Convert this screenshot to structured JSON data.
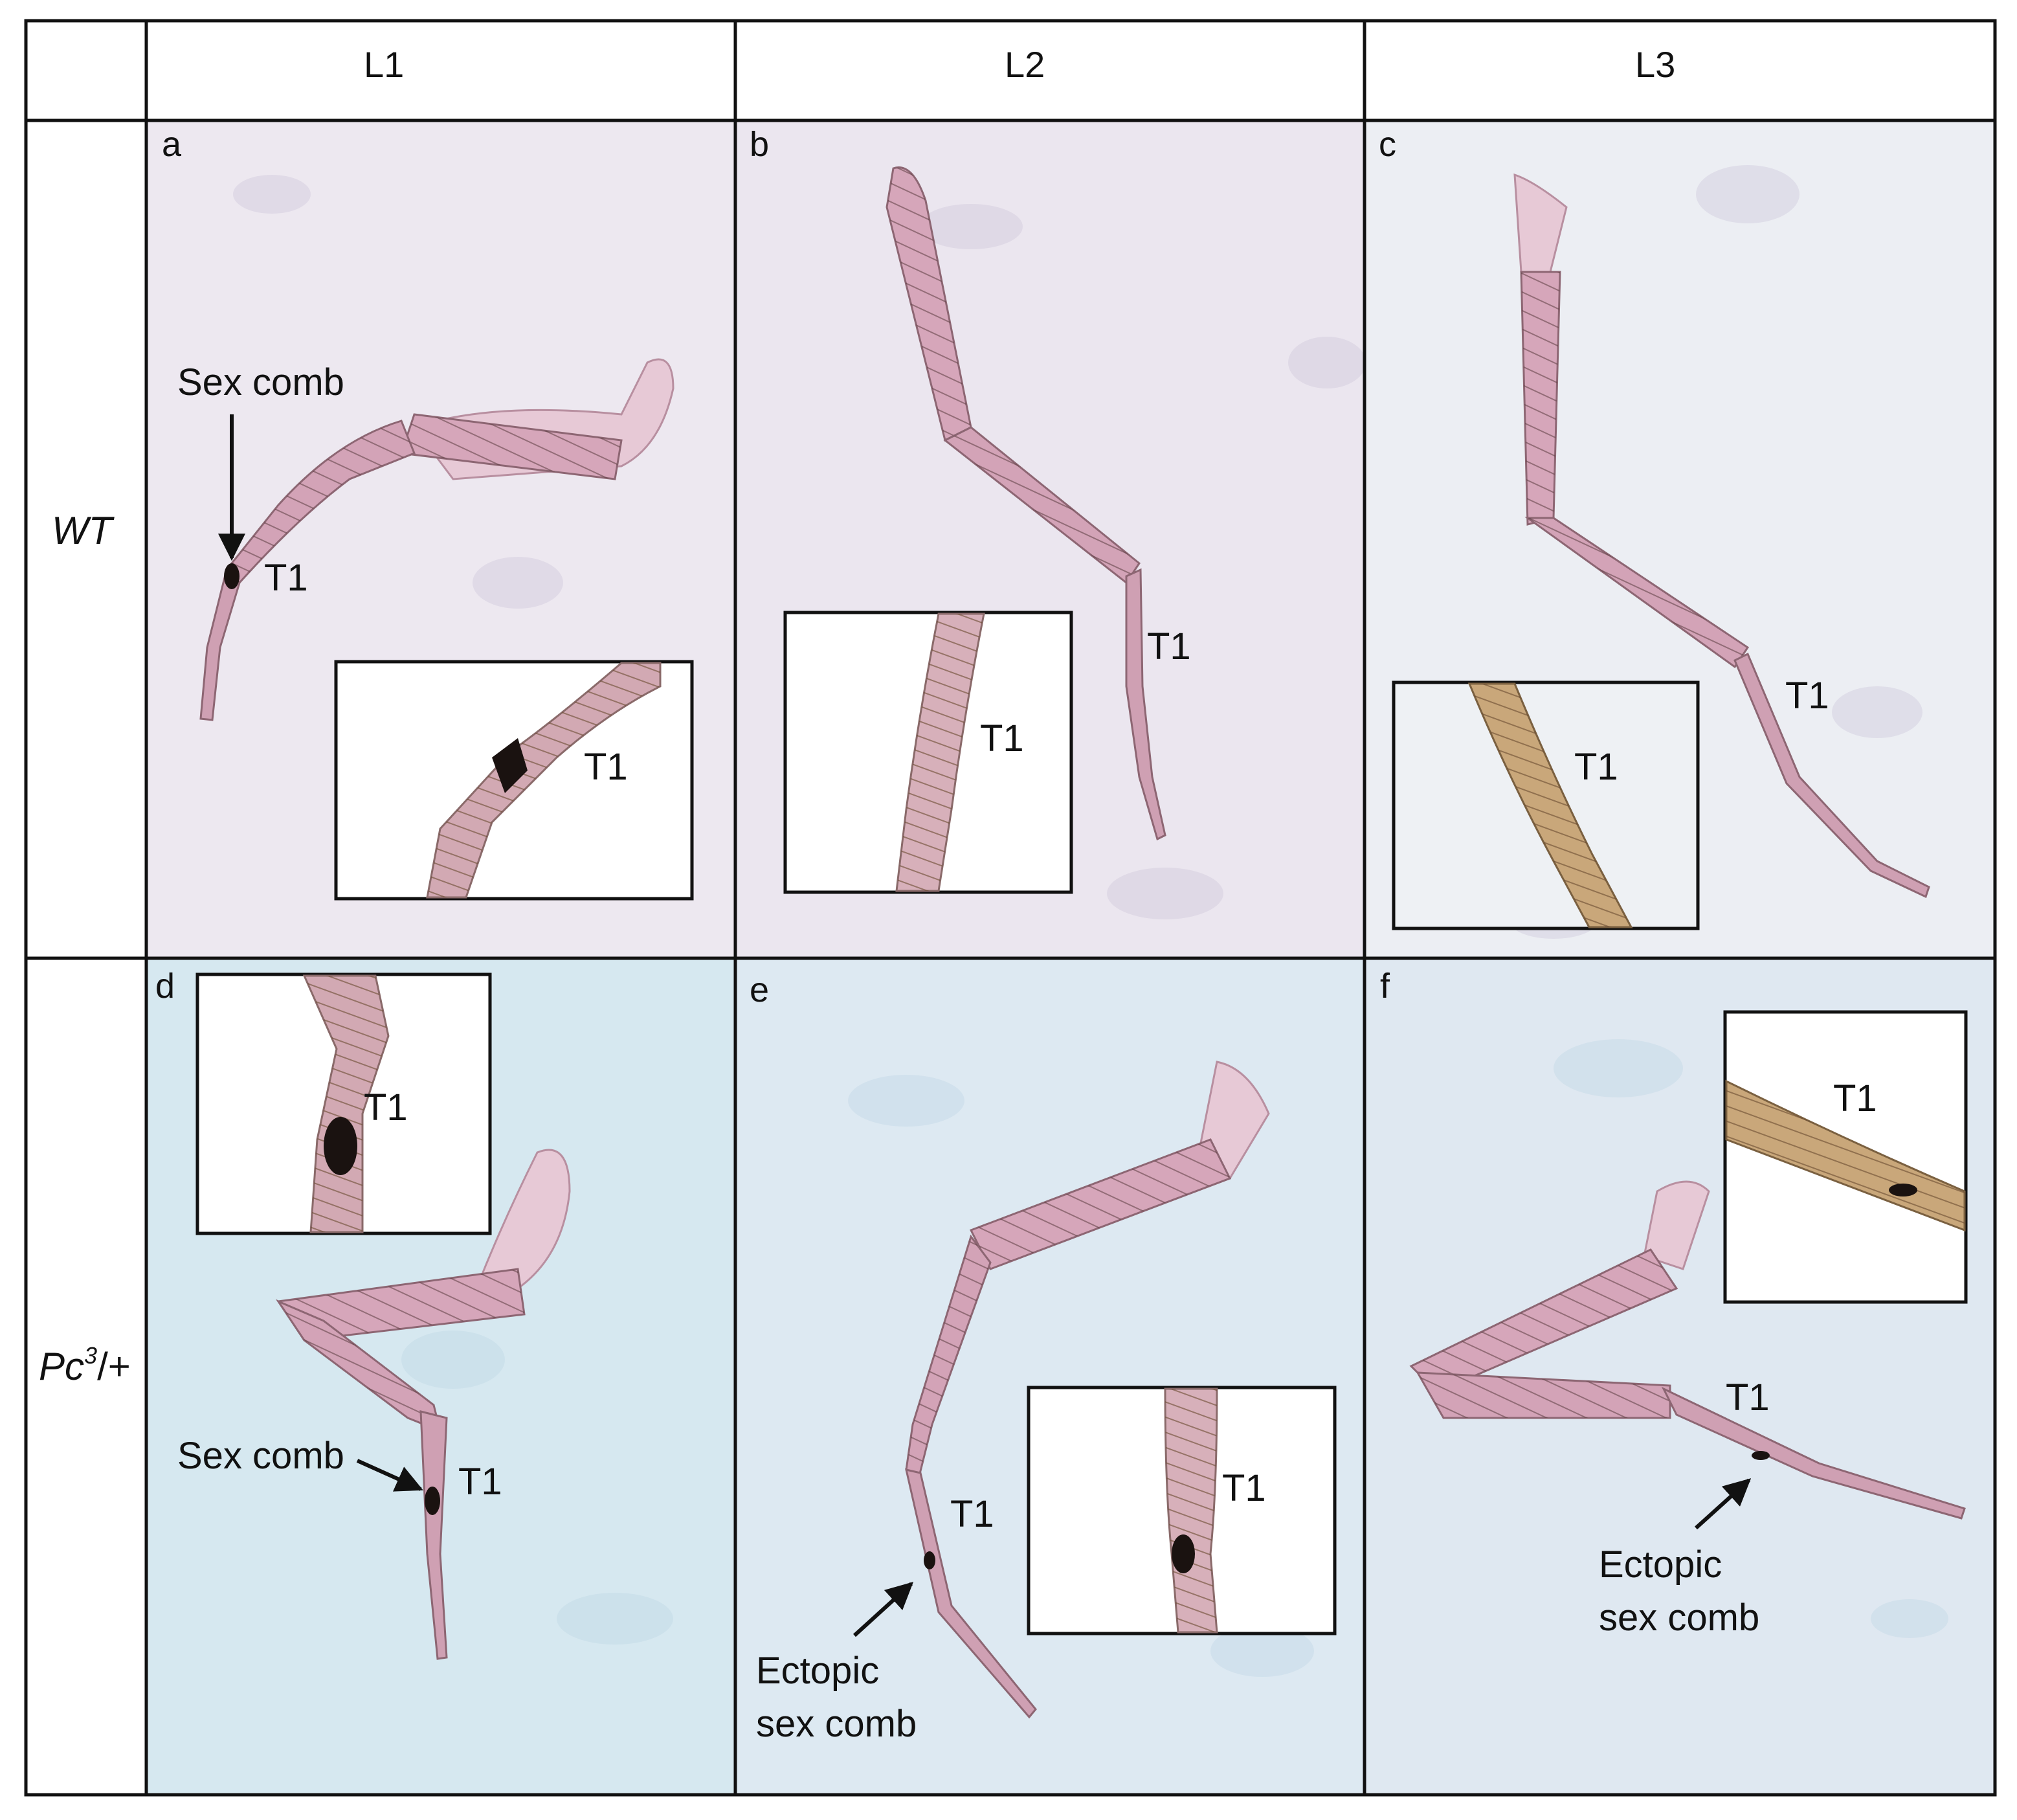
{
  "columns": [
    "L1",
    "L2",
    "L3"
  ],
  "rows": [
    {
      "genotype": "WT"
    },
    {
      "genotype_base": "Pc",
      "genotype_sup": "3",
      "genotype_rest": "/+"
    }
  ],
  "panels": {
    "a": {
      "letter": "a",
      "t1": "T1",
      "inset_t1": "T1",
      "sex_comb": "Sex comb"
    },
    "b": {
      "letter": "b",
      "t1": "T1",
      "inset_t1": "T1"
    },
    "c": {
      "letter": "c",
      "t1": "T1",
      "inset_t1": "T1"
    },
    "d": {
      "letter": "d",
      "t1": "T1",
      "inset_t1": "T1",
      "sex_comb": "Sex comb"
    },
    "e": {
      "letter": "e",
      "t1": "T1",
      "inset_t1": "T1",
      "ectopic_1": "Ectopic",
      "ectopic_2": "sex comb"
    },
    "f": {
      "letter": "f",
      "t1": "T1",
      "inset_t1": "T1",
      "ectopic_1": "Ectopic",
      "ectopic_2": "sex comb"
    }
  },
  "colors": {
    "bg_wt": "#ede8f0",
    "bg_pc": "#d9e9f1",
    "leg": "#d2a0b6",
    "leg_dark": "#7a5a55",
    "tarsus_inset": "#b79a64",
    "comb": "#1a1210",
    "grid": "#111111"
  }
}
